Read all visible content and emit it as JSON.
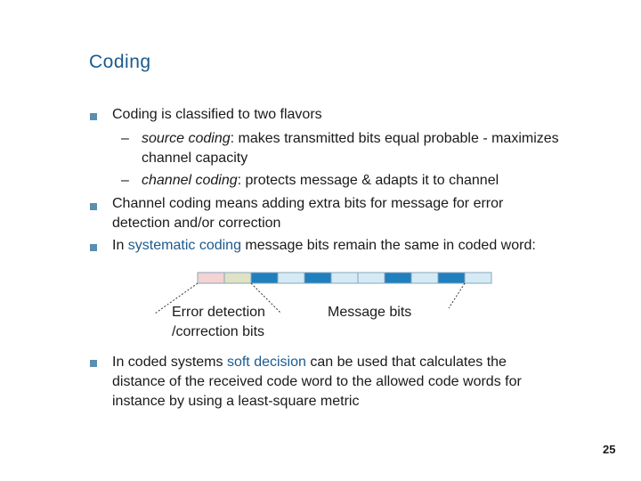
{
  "title": "Coding",
  "b1": "Coding is classified to two flavors",
  "s1_term": "source coding",
  "s1_rest": ": makes transmitted bits equal probable - maximizes",
  "s1_line2": "channel capacity",
  "s2_term": "channel coding",
  "s2_rest": ": protects message & adapts it to channel",
  "b2_line1": "Channel coding means adding extra bits for message for error",
  "b2_line2": "detection and/or correction",
  "b3_pre": "In ",
  "b3_term": "systematic coding",
  "b3_post": " message bits remain the same in coded word:",
  "diagram": {
    "cells": [
      "#f4d3d3",
      "#dfe3c4",
      "#1f7fbf",
      "#d4ebf6",
      "#1f7fbf",
      "#d4ebf6",
      "#d4ebf6",
      "#1f7fbf",
      "#d4ebf6",
      "#1f7fbf",
      "#d4ebf6"
    ],
    "label_error_1": "Error detection",
    "label_error_2": "/correction bits",
    "label_message": "Message bits"
  },
  "b4_pre": "In coded systems ",
  "b4_term": "soft decision",
  "b4_post": " can be used that calculates the",
  "b4_line2": "distance of the received code word to the allowed code words for",
  "b4_line3": "instance by using a least-square metric",
  "page_number": "25"
}
